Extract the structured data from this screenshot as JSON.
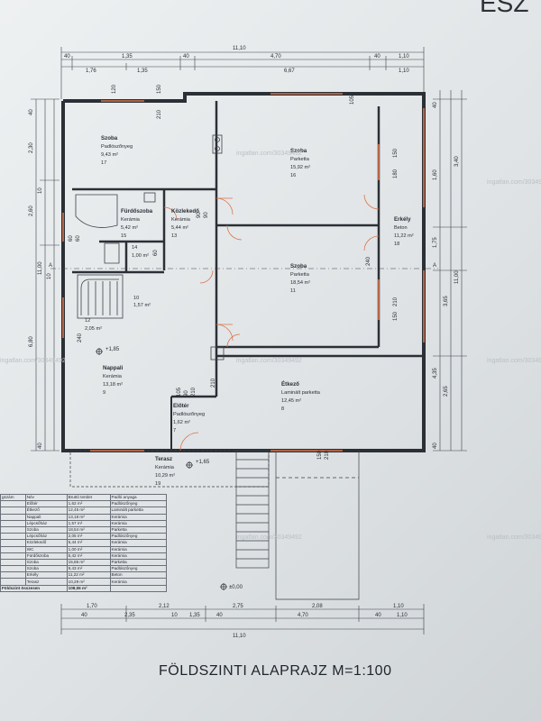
{
  "corner_text": "ESZ",
  "title": "FÖLDSZINTI ALAPRAJZ M=1:100",
  "watermark": "ingatlan.com/30349492",
  "levels": {
    "terrace": "+1,65",
    "hall": "+1,85",
    "ground": "±0,00"
  },
  "section_marker": "A",
  "rooms": [
    {
      "name": "Szoba",
      "floor": "Padlószőnyeg",
      "area": "9,43 m²",
      "num": "17"
    },
    {
      "name": "Szoba",
      "floor": "Parketta",
      "area": "15,92 m²",
      "num": "16"
    },
    {
      "name": "Fürdőszoba",
      "floor": "Kerámia",
      "area": "5,42 m²",
      "num": "15"
    },
    {
      "name": "Közlekedő",
      "floor": "Kerámia",
      "area": "5,44 m²",
      "num": "13"
    },
    {
      "name": "Erkély",
      "floor": "Beton",
      "area": "11,22 m²",
      "num": "18"
    },
    {
      "name": "Szoba",
      "floor": "Parketta",
      "area": "18,54 m²",
      "num": "11"
    },
    {
      "name": "",
      "floor": "",
      "area": "1,00 m²",
      "num": "14"
    },
    {
      "name": "",
      "floor": "",
      "area": "1,57 m²",
      "num": "10"
    },
    {
      "name": "",
      "floor": "",
      "area": "2,05 m²",
      "num": "12"
    },
    {
      "name": "Nappali",
      "floor": "Kerámia",
      "area": "13,18 m²",
      "num": "9"
    },
    {
      "name": "Étkező",
      "floor": "Laminált parketta",
      "area": "12,45 m²",
      "num": "8"
    },
    {
      "name": "Előtér",
      "floor": "Padlószőnyeg",
      "area": "1,62 m²",
      "num": "7"
    },
    {
      "name": "Terasz",
      "floor": "Kerámia",
      "area": "10,29 m²",
      "num": "19"
    }
  ],
  "dims_top": {
    "overall": "11,10",
    "row2": [
      "40",
      "1,35",
      "40",
      "4,70",
      "40",
      "1,10"
    ],
    "row3": [
      "1,76",
      "1,35",
      "6,67",
      "1,10"
    ]
  },
  "dims_bottom": {
    "row1": [
      "1,70",
      "2,12",
      "2,75",
      "2,08",
      "1,10"
    ],
    "row2": [
      "40",
      "2,35",
      "10",
      "1,35",
      "40",
      "4,70",
      "40",
      "1,10"
    ],
    "overall": "11,10"
  },
  "dims_left": [
    "40",
    "2,30",
    "2,60",
    "10",
    "10",
    "6,80",
    "11,00",
    "40"
  ],
  "dims_right": [
    "40",
    "1,60",
    "1,75",
    "3,40",
    "3,65",
    "11,00",
    "4,35",
    "2,65",
    "40"
  ],
  "window_labels": [
    "120",
    "150",
    "210",
    "105",
    "150",
    "210",
    "150",
    "180",
    "60",
    "60",
    "240",
    "90",
    "60",
    "90",
    "210",
    "90",
    "105",
    "210",
    "150",
    "210",
    "240"
  ],
  "table": {
    "headers": [
      "gszám",
      "Név",
      "Bruttó terület",
      "Padló anyaga"
    ],
    "rows": [
      [
        "",
        "Előtér",
        "1,62 m²",
        "Padlószőnyeg"
      ],
      [
        "",
        "Étkező",
        "12,45 m²",
        "Laminált parketta"
      ],
      [
        "",
        "Nappali",
        "13,18 m²",
        "Kerámia"
      ],
      [
        "",
        "Lépcsőház",
        "1,57 m²",
        "Kerámia"
      ],
      [
        "",
        "Szoba",
        "18,54 m²",
        "Parketta"
      ],
      [
        "",
        "Lépcsőház",
        "2,05 m²",
        "Padlószőnyeg"
      ],
      [
        "",
        "Közlekedő",
        "5,44 m²",
        "Kerámia"
      ],
      [
        "",
        "WC",
        "1,00 m²",
        "Kerámia"
      ],
      [
        "",
        "Fürdőszoba",
        "5,42 m²",
        "Kerámia"
      ],
      [
        "",
        "Szoba",
        "15,86 m²",
        "Parketta"
      ],
      [
        "",
        "Szoba",
        "9,43 m²",
        "Padlószőnyeg"
      ],
      [
        "",
        "Erkély",
        "11,22 m²",
        "Beton"
      ],
      [
        "",
        "Terasz",
        "10,29 m²",
        "Kerámia"
      ]
    ],
    "total_label": "Földszint összesen",
    "total_value": "108,06 m²"
  },
  "colors": {
    "wall": "#2b3036",
    "window": "#d9734a",
    "dim": "#3a4048",
    "paper": "#e8ebed"
  }
}
